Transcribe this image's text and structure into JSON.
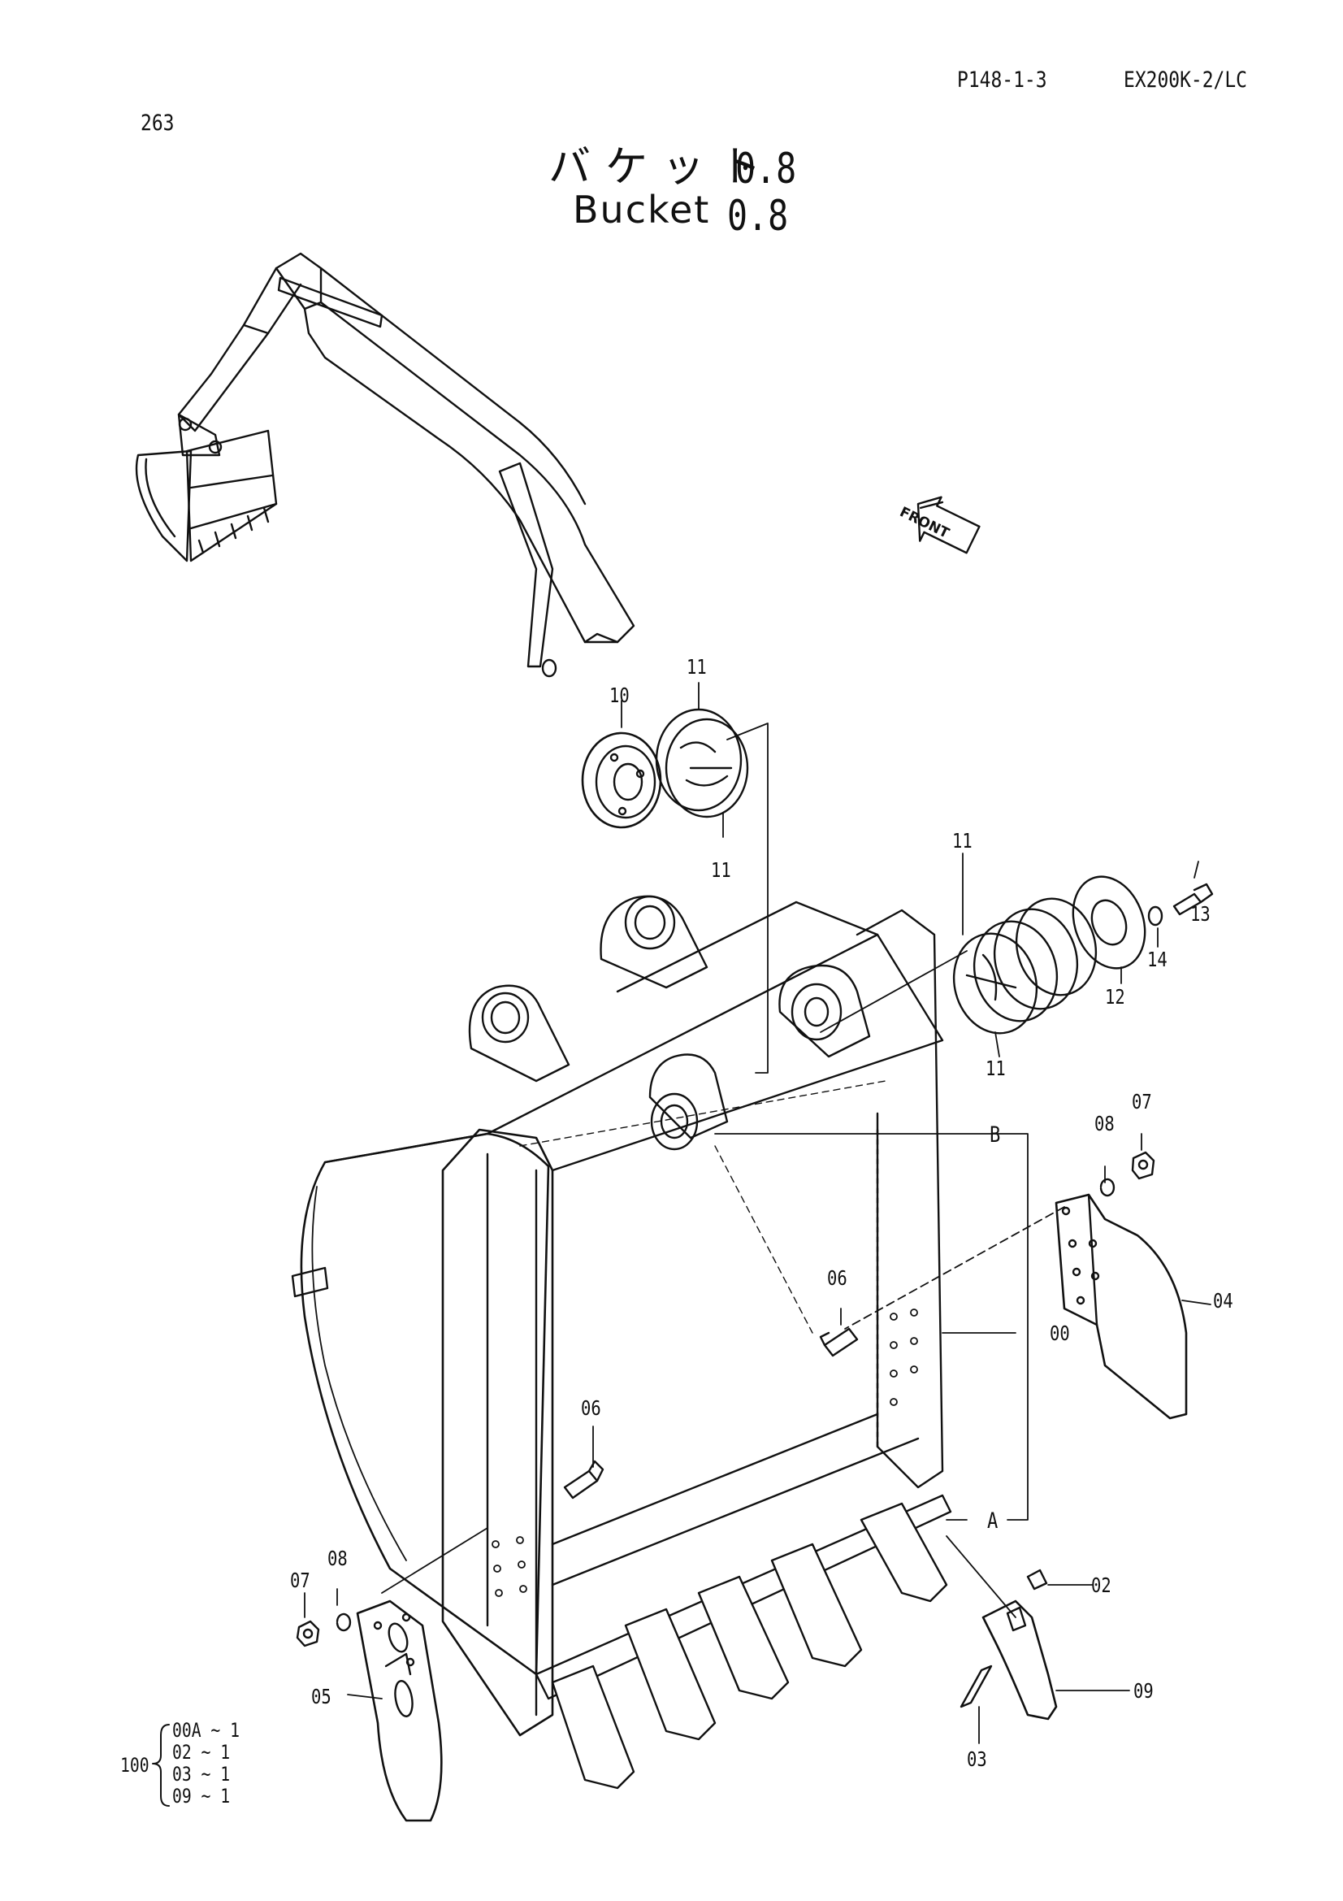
{
  "header": {
    "page_ref": "P148-1-3",
    "model": "EX200K-2/LC",
    "page_number": "263"
  },
  "title": {
    "japanese": "バケット",
    "japanese_size": "0.8",
    "english": "Bucket",
    "english_size": "0.8"
  },
  "callouts": {
    "c10": "10",
    "c11a": "11",
    "c11b": "11",
    "c11c": "11",
    "c11d": "11",
    "c13": "13",
    "c14": "14",
    "c12": "12",
    "c07r": "07",
    "c08r": "08",
    "cB": "B",
    "c04": "04",
    "c06a": "06",
    "c00": "00",
    "c06b": "06",
    "cA": "A",
    "c02": "02",
    "c08l": "08",
    "c07l": "07",
    "c05": "05",
    "c09": "09",
    "c03": "03"
  },
  "front_arrow_label": "FRONT",
  "kit": {
    "number": "100",
    "lines": [
      "00A ~ 1",
      "02  ~ 1",
      "03  ~ 1",
      "09  ~ 1"
    ]
  }
}
